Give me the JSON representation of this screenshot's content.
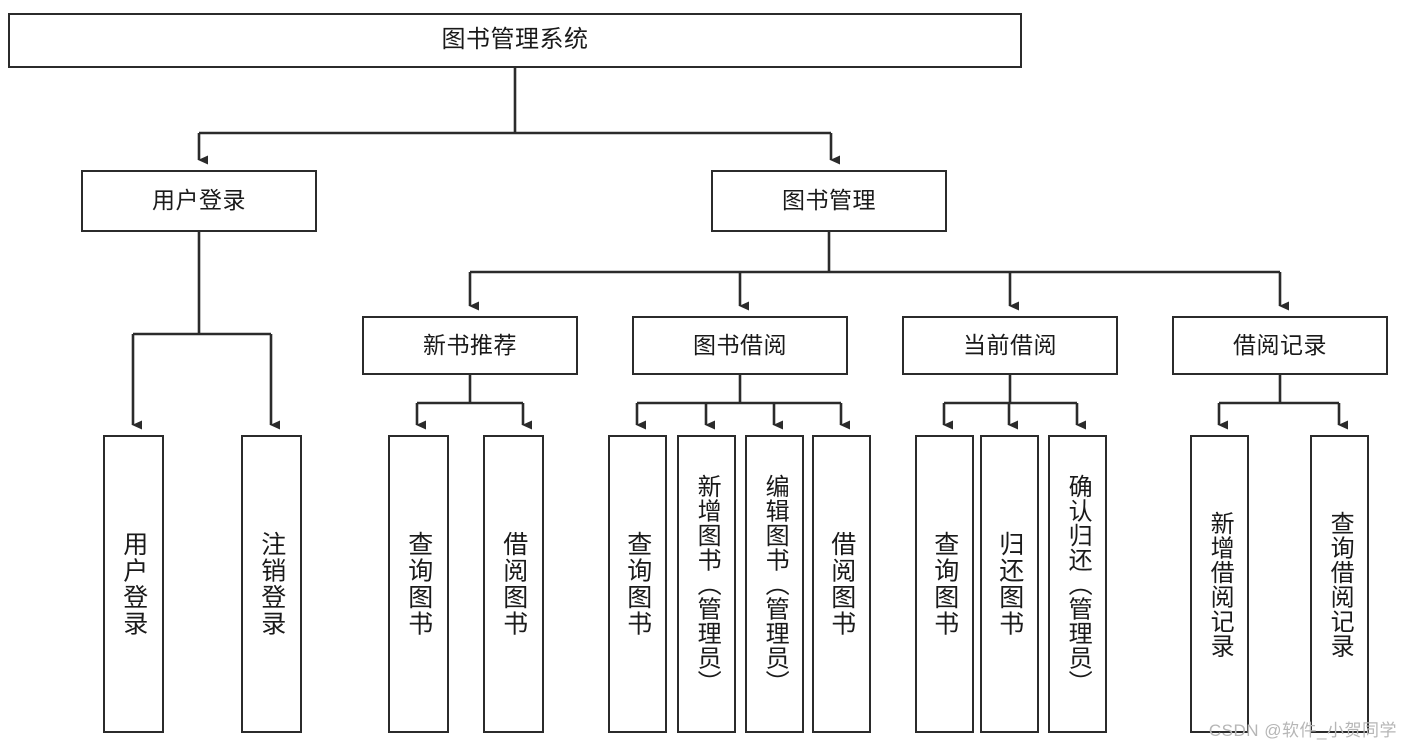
{
  "diagram": {
    "type": "tree-hierarchy",
    "title": "图书管理系统",
    "watermark": "CSDN @软件_小贺同学",
    "colors": {
      "box_border": "#2b2b2b",
      "box_fill": "#ffffff",
      "connector": "#2b2b2b",
      "text": "#1a1a1a",
      "watermark": "#b6b6b6",
      "background": "#ffffff"
    },
    "nodes": {
      "root": {
        "label": "图书管理系统",
        "level": 1
      },
      "level2": [
        {
          "id": "user-login",
          "label": "用户登录"
        },
        {
          "id": "book-manage",
          "label": "图书管理"
        }
      ],
      "level3": [
        {
          "id": "new-book-recommend",
          "label": "新书推荐",
          "parent": "book-manage"
        },
        {
          "id": "book-borrow",
          "label": "图书借阅",
          "parent": "book-manage"
        },
        {
          "id": "current-borrow",
          "label": "当前借阅",
          "parent": "book-manage"
        },
        {
          "id": "borrow-record",
          "label": "借阅记录",
          "parent": "book-manage"
        }
      ],
      "leaves": [
        {
          "id": "leaf-user-login",
          "label": "用户登录",
          "parent": "user-login"
        },
        {
          "id": "leaf-logout",
          "label": "注销登录",
          "parent": "user-login"
        },
        {
          "id": "leaf-query-book-1",
          "label": "查询图书",
          "parent": "new-book-recommend"
        },
        {
          "id": "leaf-borrow-book-1",
          "label": "借阅图书",
          "parent": "new-book-recommend"
        },
        {
          "id": "leaf-query-book-2",
          "label": "查询图书",
          "parent": "book-borrow"
        },
        {
          "id": "leaf-add-book",
          "label": "新增图书（管理员）",
          "parent": "book-borrow"
        },
        {
          "id": "leaf-edit-book",
          "label": "编辑图书（管理员）",
          "parent": "book-borrow"
        },
        {
          "id": "leaf-borrow-book-2",
          "label": "借阅图书",
          "parent": "book-borrow"
        },
        {
          "id": "leaf-query-book-3",
          "label": "查询图书",
          "parent": "current-borrow"
        },
        {
          "id": "leaf-return-book",
          "label": "归还图书",
          "parent": "current-borrow"
        },
        {
          "id": "leaf-confirm-return",
          "label": "确认归还（管理员）",
          "parent": "current-borrow"
        },
        {
          "id": "leaf-add-record",
          "label": "新增借阅记录",
          "parent": "borrow-record"
        },
        {
          "id": "leaf-query-record",
          "label": "查询借阅记录",
          "parent": "borrow-record"
        }
      ]
    }
  }
}
